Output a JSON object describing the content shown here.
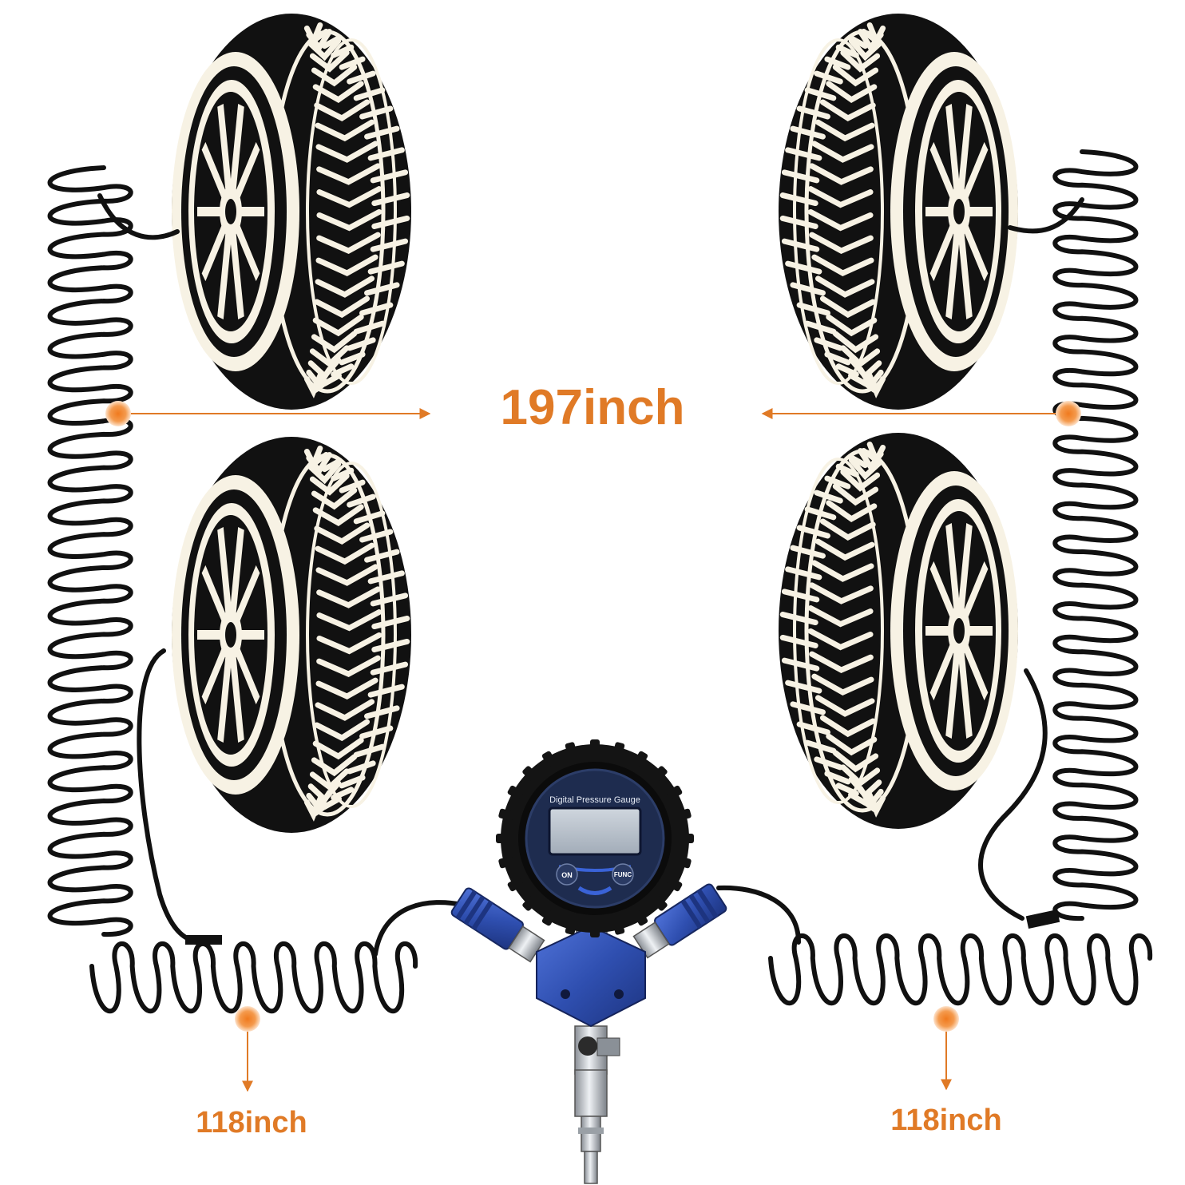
{
  "colors": {
    "accent": "#e07a26",
    "tire": "#111111",
    "tread": "#f7f2e4",
    "coupler_blue": "#2f4fb0",
    "gauge_body": "#1e2c4f",
    "lcd": "#b9c2cc"
  },
  "measurements": {
    "span_label": "197inch",
    "left_hose_label": "118inch",
    "right_hose_label": "118inch"
  },
  "gauge": {
    "title": "Digital Pressure Gauge",
    "on_button": "ON",
    "func_button": "FUNC"
  },
  "icons": {
    "tire": "tire-icon",
    "gauge": "pressure-gauge-icon",
    "marker": "orange-dot-icon"
  }
}
